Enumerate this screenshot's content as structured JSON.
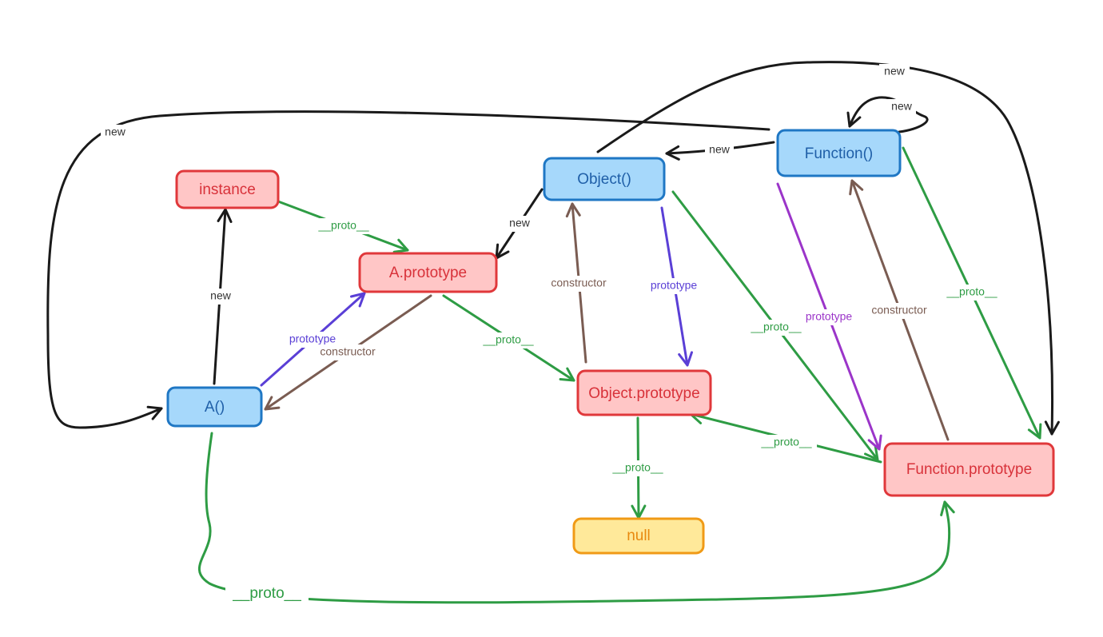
{
  "colors": {
    "new": "#1a1a1a",
    "proto": "#2e9c44",
    "prototype_blue": "#5a3fd6",
    "prototype_purple": "#9b35c9",
    "constructor": "#7a5c52",
    "fn_fill": "#a6d8fb",
    "fn_stroke": "#1f77c4",
    "fn_text": "#1f5fa8",
    "obj_fill": "#ffc6c6",
    "obj_stroke": "#e0383b",
    "obj_text": "#d8323a",
    "null_fill": "#ffe99a",
    "null_stroke": "#f09a16",
    "null_text": "#e8890f"
  },
  "nodes": {
    "instance": "instance",
    "a_prototype": "A.prototype",
    "a_fn": "A()",
    "object_fn": "Object()",
    "function_fn": "Function()",
    "object_prototype": "Object.prototype",
    "function_prototype": "Function.prototype",
    "null": "null"
  },
  "labels": {
    "new": "new",
    "proto": "__proto__",
    "prototype": "prototype",
    "constructor": "constructor"
  }
}
